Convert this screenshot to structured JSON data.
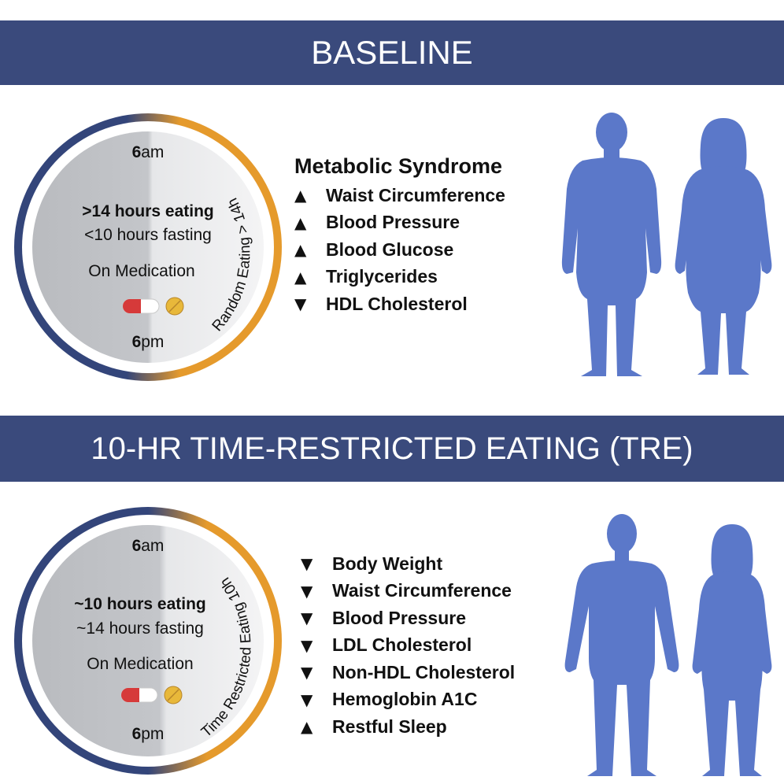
{
  "sections": [
    {
      "banner": "BASELINE",
      "clock": {
        "top_time": "6",
        "top_suffix": "am",
        "bottom_time": "6",
        "bottom_suffix": "pm",
        "eating": ">14 hours eating",
        "fasting": "<10 hours fasting",
        "medication": "On Medication",
        "arc_label": "Random Eating > 14h"
      },
      "panel_title": "Metabolic Syndrome",
      "items": [
        {
          "arrow": "▲",
          "label": "Waist Circumference"
        },
        {
          "arrow": "▲",
          "label": "Blood Pressure"
        },
        {
          "arrow": "▲",
          "label": "Blood Glucose"
        },
        {
          "arrow": "▲",
          "label": "Triglycerides"
        },
        {
          "arrow": "▼",
          "label": "HDL Cholesterol"
        }
      ]
    },
    {
      "banner": "10-HR TIME-RESTRICTED EATING (TRE)",
      "clock": {
        "top_time": "6",
        "top_suffix": "am",
        "bottom_time": "6",
        "bottom_suffix": "pm",
        "eating": "~10 hours eating",
        "fasting": "~14 hours fasting",
        "medication": "On Medication",
        "arc_label": "Time Restricted Eating 10h"
      },
      "panel_title": "",
      "items": [
        {
          "arrow": "▼",
          "label": "Body Weight"
        },
        {
          "arrow": "▼",
          "label": "Waist Circumference"
        },
        {
          "arrow": "▼",
          "label": "Blood Pressure"
        },
        {
          "arrow": "▼",
          "label": "LDL Cholesterol"
        },
        {
          "arrow": "▼",
          "label": "Non-HDL Cholesterol"
        },
        {
          "arrow": "▼",
          "label": "Hemoglobin A1C"
        },
        {
          "arrow": "▲",
          "label": "Restful Sleep"
        }
      ]
    }
  ],
  "colors": {
    "banner": "#3a4a7c",
    "ring_navy": "#33457a",
    "ring_orange": "#e59a2c",
    "silhouette": "#5b78c9",
    "pill_red": "#d63a3a",
    "tablet_yellow": "#e8b83a"
  },
  "icons": [
    "capsule-icon",
    "tablet-icon",
    "man-silhouette-icon",
    "woman-silhouette-icon"
  ]
}
